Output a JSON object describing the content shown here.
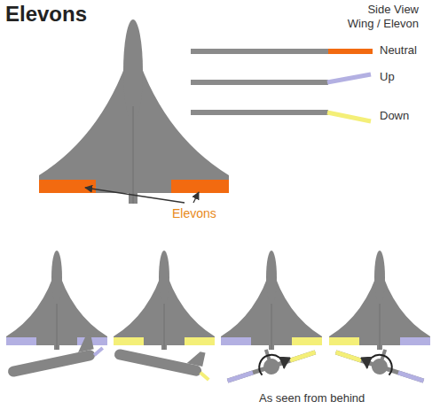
{
  "diagram": {
    "title": "Elevons",
    "labels": [
      "Side View",
      "Wing / Elevon",
      "Neutral",
      "Up",
      "Down",
      "Elevons",
      "As seen from behind"
    ]
  }
}
